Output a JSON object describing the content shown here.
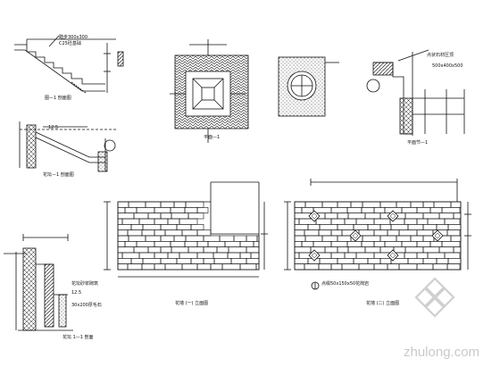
{
  "labels": {
    "stair_dim_1": "踏步300x300",
    "stair_dim_2": "C25砼基础",
    "stair_caption": "图—1 剖面图",
    "wall_caption": "花坛—1 剖面图",
    "wall_note": "12.5",
    "sq_caption": "平面—1",
    "detail_note_1": "点状石材压顶",
    "detail_note_2": "500x400x500",
    "detail_caption": "平面节—1",
    "elev_left_caption": "花墙 (一) 立面图",
    "elev_right_caption": "花墙 (二) 立面图",
    "elev_right_note": "点缀50x150x50花岗岩",
    "small_note_1": "花坛砂浆砌筑",
    "small_note_2": "12.5",
    "small_note_3": "30x200厚毛石",
    "small_caption": "花坛 1—1 剖面"
  },
  "watermark": {
    "text": "zhulong.com"
  },
  "colors": {
    "ink": "#111111",
    "watermark": "#cccccc"
  }
}
